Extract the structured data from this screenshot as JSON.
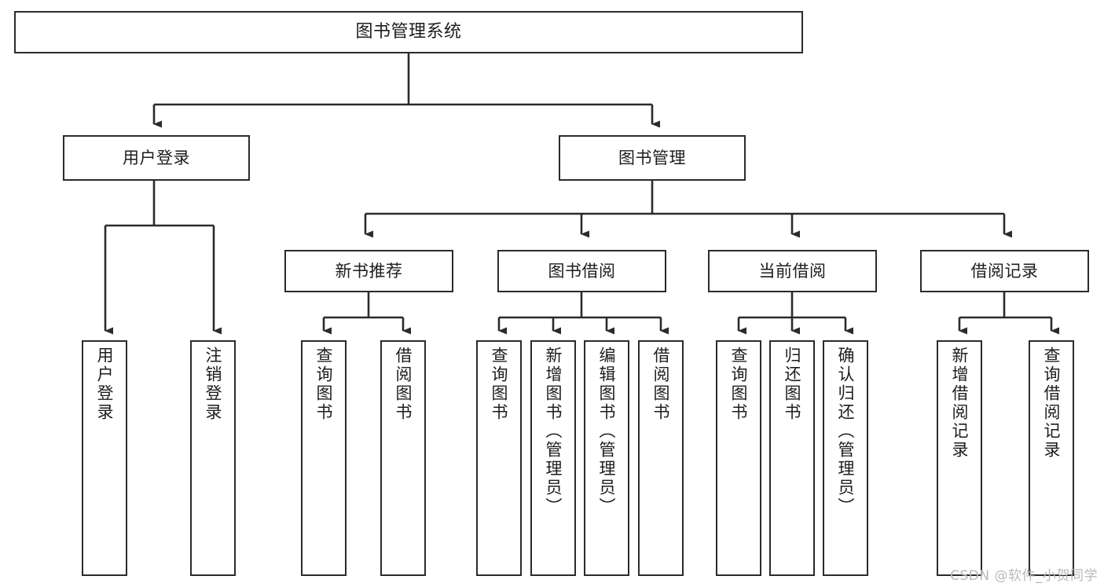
{
  "diagram": {
    "title": "图书管理系统",
    "type": "hierarchy-tree",
    "stroke_color": "#2b2b2b",
    "fill_color": "#ffffff",
    "text_color": "#1d1d1d",
    "root": {
      "label": "图书管理系统"
    },
    "level1": [
      {
        "label": "用户登录"
      },
      {
        "label": "图书管理"
      }
    ],
    "level2": [
      {
        "label": "新书推荐"
      },
      {
        "label": "图书借阅"
      },
      {
        "label": "当前借阅"
      },
      {
        "label": "借阅记录"
      }
    ],
    "leaves": {
      "user_login": [
        {
          "label": "用户登录"
        },
        {
          "label": "注销登录"
        }
      ],
      "new_book_recommend": [
        {
          "label": "查询图书"
        },
        {
          "label": "借阅图书"
        }
      ],
      "book_borrow": [
        {
          "label": "查询图书"
        },
        {
          "label": "新增图书（管理员）"
        },
        {
          "label": "编辑图书（管理员）"
        },
        {
          "label": "借阅图书"
        }
      ],
      "current_borrow": [
        {
          "label": "查询图书"
        },
        {
          "label": "归还图书"
        },
        {
          "label": "确认归还（管理员）"
        }
      ],
      "borrow_record": [
        {
          "label": "新增借阅记录"
        },
        {
          "label": "查询借阅记录"
        }
      ]
    }
  },
  "watermark": {
    "text": "CSDN @软件_小贺同学"
  }
}
